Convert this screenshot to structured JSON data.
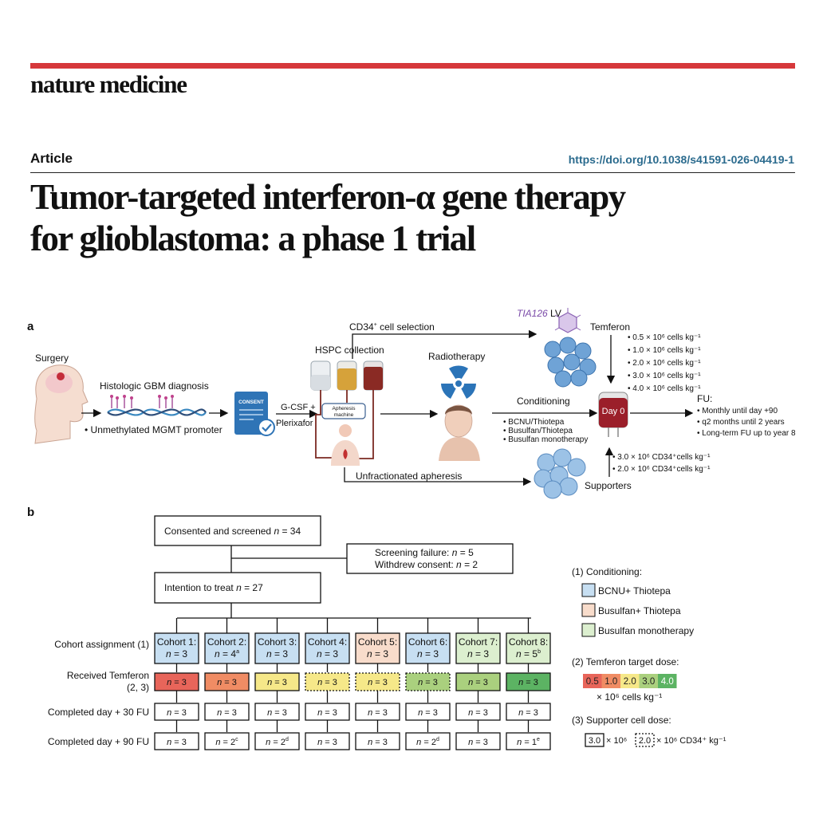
{
  "header": {
    "journal": "nature medicine",
    "section": "Article",
    "doi": "https://doi.org/10.1038/s41591-026-04419-1",
    "title_line1": "Tumor-targeted interferon-α gene therapy",
    "title_line2": "for glioblastoma: a phase 1 trial"
  },
  "colors": {
    "accent_bar": "#d6383b",
    "doi_link": "#2b6b8e",
    "bcnu": "#c7dff2",
    "busulfan_thiotepa": "#f8dccb",
    "busulfan_mono": "#dcefcf",
    "dose_0_5": "#e8655a",
    "dose_1_0": "#f08c64",
    "dose_2_0": "#f6e889",
    "dose_3_0": "#aad07e",
    "dose_4_0": "#5cb363"
  },
  "panel_a": {
    "label": "a",
    "surgery": "Surgery",
    "histologic": "Histologic GBM diagnosis",
    "mgmt": "• Unmethylated MGMT promoter",
    "consent_doc": "CONSENT",
    "gcsf": "G-CSF +",
    "plerixafor": "Plerixafor",
    "hspc": "HSPC collection",
    "apheresis_machine_1": "Apheresis",
    "apheresis_machine_2": "machine",
    "cd34_selection_prefix": "CD34",
    "cd34_selection_sup": "+",
    "cd34_selection_suffix": " cell selection",
    "lv_italic": "TIA126",
    "lv": " LV",
    "temferon": "Temferon",
    "doses": [
      "• 0.5 × 10⁶ cells kg⁻¹",
      "• 1.0 × 10⁶ cells kg⁻¹",
      "• 2.0 × 10⁶ cells kg⁻¹",
      "• 3.0 × 10⁶ cells kg⁻¹",
      "• 4.0 × 10⁶ cells kg⁻¹"
    ],
    "radiotherapy": "Radiotherapy",
    "conditioning": "Conditioning",
    "regimens": [
      "• BCNU/Thiotepa",
      "• Busulfan/Thiotepa",
      "• Busulfan monotherapy"
    ],
    "day0": "Day 0",
    "fu_title": "FU:",
    "fu_items": [
      "• Monthly until day +90",
      "• q2 months until 2 years",
      "• Long-term FU up to year 8"
    ],
    "supporter_doses": [
      "• 3.0 × 10⁶ CD34⁺cells kg⁻¹",
      "• 2.0 × 10⁶ CD34⁺cells kg⁻¹"
    ],
    "supporters": "Supporters",
    "unfractionated": "Unfractionated apheresis"
  },
  "panel_b": {
    "label": "b",
    "consented": "Consented and screened ",
    "consented_n": "n",
    "consented_val": " = 34",
    "screen_fail": "Screening failure: ",
    "screen_fail_val": " = 5",
    "withdrew": "Withdrew consent: ",
    "withdrew_val": " = 2",
    "itt": "Intention to treat ",
    "itt_val": " = 27",
    "n_letter": "n",
    "row_labels": {
      "cohort": "Cohort assignment (1)",
      "received1": "Received Temferon",
      "received2": "(2, 3)",
      "day30": "Completed day + 30 FU",
      "day90": "Completed day + 90 FU"
    },
    "cohorts": [
      {
        "name": "Cohort 1:",
        "n": " = 3",
        "sup": "",
        "received": " = 3",
        "d30": " = 3",
        "d90": " = 3",
        "d90sup": ""
      },
      {
        "name": "Cohort 2:",
        "n": " = 4",
        "sup": "a",
        "received": " = 3",
        "d30": " = 3",
        "d90": " = 2",
        "d90sup": "c"
      },
      {
        "name": "Cohort 3:",
        "n": " = 3",
        "sup": "",
        "received": " = 3",
        "d30": " = 3",
        "d90": " = 2",
        "d90sup": "d"
      },
      {
        "name": "Cohort 4:",
        "n": " = 3",
        "sup": "",
        "received": " = 3",
        "d30": " = 3",
        "d90": " = 3",
        "d90sup": ""
      },
      {
        "name": "Cohort 5:",
        "n": " = 3",
        "sup": "",
        "received": " = 3",
        "d30": " = 3",
        "d90": " = 3",
        "d90sup": ""
      },
      {
        "name": "Cohort 6:",
        "n": " = 3",
        "sup": "",
        "received": " = 3",
        "d30": " = 3",
        "d90": " = 2",
        "d90sup": "d"
      },
      {
        "name": "Cohort 7:",
        "n": " = 3",
        "sup": "",
        "received": " = 3",
        "d30": " = 3",
        "d90": " = 3",
        "d90sup": ""
      },
      {
        "name": "Cohort 8:",
        "n": " = 5",
        "sup": "b",
        "received": " = 3",
        "d30": " = 3",
        "d90": " = 1",
        "d90sup": "e"
      }
    ],
    "legend": {
      "conditioning_title": "(1) Conditioning:",
      "cond_items": [
        "BCNU+ Thiotepa",
        "Busulfan+ Thiotepa",
        "Busulfan monotherapy"
      ],
      "target_title": "(2) Temferon target dose:",
      "target_values": [
        "0.5",
        "1.0",
        "2.0",
        "3.0",
        "4.0"
      ],
      "target_unit": "× 10⁶ cells kg⁻¹",
      "supporter_title": "(3) Supporter cell dose:",
      "sup_solid": "3.0",
      "sup_solid_unit": "× 10⁶",
      "sup_dotted": "2.0",
      "sup_dotted_unit": "× 10⁶ CD34⁺ kg⁻¹"
    }
  }
}
